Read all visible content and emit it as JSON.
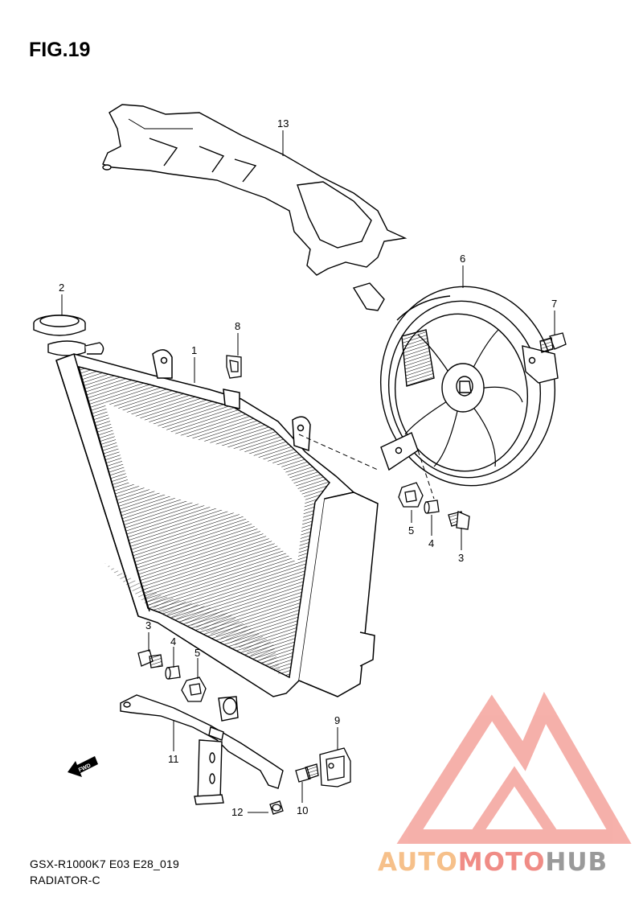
{
  "figure": {
    "title": "FIG.19",
    "model_code": "GSX-R1000K7 E03 E28_019",
    "section_name": "RADIATOR-C"
  },
  "callouts": [
    {
      "id": "c13",
      "label": "13"
    },
    {
      "id": "c2",
      "label": "2"
    },
    {
      "id": "c6",
      "label": "6"
    },
    {
      "id": "c7",
      "label": "7"
    },
    {
      "id": "c8",
      "label": "8"
    },
    {
      "id": "c1",
      "label": "1"
    },
    {
      "id": "c5a",
      "label": "5"
    },
    {
      "id": "c4a",
      "label": "4"
    },
    {
      "id": "c3a",
      "label": "3"
    },
    {
      "id": "c3b",
      "label": "3"
    },
    {
      "id": "c4b",
      "label": "4"
    },
    {
      "id": "c5b",
      "label": "5"
    },
    {
      "id": "c9",
      "label": "9"
    },
    {
      "id": "c11",
      "label": "11"
    },
    {
      "id": "c10",
      "label": "10"
    },
    {
      "id": "c12",
      "label": "12"
    }
  ],
  "fwd_label": "FWD",
  "watermark": {
    "part1": "AUTO",
    "part2": "MOTO",
    "part3": "HUB",
    "accent_color": "#f08c86",
    "secondary_color": "#f6c08a",
    "gray_color": "#9a9a9a"
  }
}
